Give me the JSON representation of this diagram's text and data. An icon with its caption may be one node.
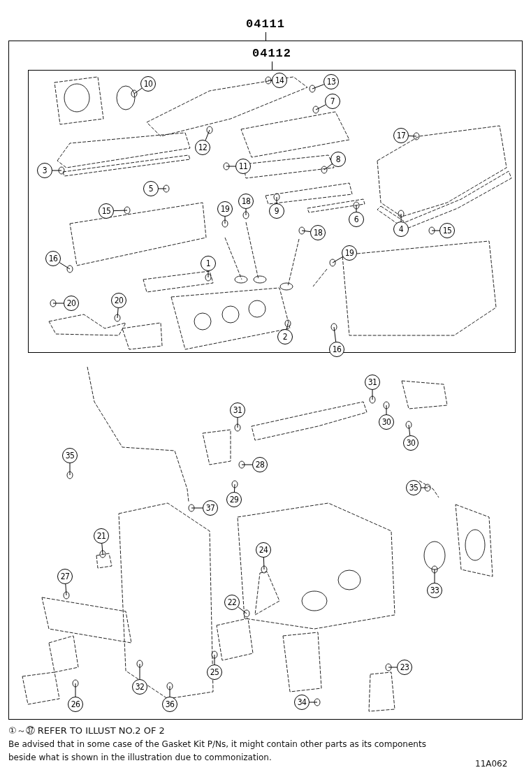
{
  "diagram": {
    "nodes": [
      {
        "text": [
          "04111"
        ]
      },
      {
        "text": [
          "04112"
        ],
        "in": 0
      },
      {
        "text": [
          "14"
        ],
        "in": 1
      },
      {
        "text": [
          "13"
        ],
        "in": 1
      },
      {
        "text": [
          "10"
        ],
        "in": 1
      },
      {
        "text": [
          "7"
        ],
        "in": 1
      },
      {
        "text": [
          "17"
        ],
        "in": 1
      },
      {
        "text": [
          "12"
        ],
        "in": 1
      },
      {
        "text": [
          "8"
        ],
        "in": 1
      },
      {
        "text": [
          "11"
        ],
        "in": 1
      },
      {
        "text": [
          "3"
        ],
        "in": 1
      },
      {
        "text": [
          "5"
        ],
        "in": 1
      },
      {
        "text": [
          "18"
        ],
        "in": 1
      },
      {
        "text": [
          "19"
        ],
        "in": 1
      },
      {
        "text": [
          "15"
        ],
        "in": 1
      },
      {
        "text": [
          "9"
        ],
        "in": 1
      },
      {
        "text": [
          "6"
        ],
        "in": 1
      },
      {
        "text": [
          "4"
        ],
        "in": 1
      },
      {
        "text": [
          "15"
        ],
        "in": 1
      },
      {
        "text": [
          "18"
        ],
        "in": 1
      },
      {
        "text": [
          "19"
        ],
        "in": 1
      },
      {
        "text": [
          "16"
        ],
        "in": 1
      },
      {
        "text": [
          "1"
        ],
        "in": 1
      },
      {
        "text": [
          "20"
        ],
        "in": 1
      },
      {
        "text": [
          "20"
        ],
        "in": 1
      },
      {
        "text": [
          "2"
        ],
        "in": 1
      },
      {
        "text": [
          "16"
        ],
        "in": 1
      },
      {
        "text": [
          "31"
        ],
        "in": 0
      },
      {
        "text": [
          "31"
        ],
        "in": 0
      },
      {
        "text": [
          "30"
        ],
        "in": 0
      },
      {
        "text": [
          "30"
        ],
        "in": 0
      },
      {
        "text": [
          "35"
        ],
        "in": 0
      },
      {
        "text": [
          "28"
        ],
        "in": 0
      },
      {
        "text": [
          "35"
        ],
        "in": 0
      },
      {
        "text": [
          "29"
        ],
        "in": 0
      },
      {
        "text": [
          "37"
        ],
        "in": 0
      },
      {
        "text": [
          "21"
        ],
        "in": 0
      },
      {
        "text": [
          "24"
        ],
        "in": 0
      },
      {
        "text": [
          "27"
        ],
        "in": 0
      },
      {
        "text": [
          "33"
        ],
        "in": 0
      },
      {
        "text": [
          "22"
        ],
        "in": 0
      },
      {
        "text": [
          "23"
        ],
        "in": 0
      },
      {
        "text": [
          "25"
        ],
        "in": 0
      },
      {
        "text": [
          "32"
        ],
        "in": 0
      },
      {
        "text": [
          "34"
        ],
        "in": 0
      },
      {
        "text": [
          "26"
        ],
        "in": 0
      },
      {
        "text": [
          "36"
        ],
        "in": 0
      }
    ],
    "edges": [
      {
        "from": 2,
        "to": null,
        "arrow": "none"
      },
      {
        "from": 3,
        "to": null,
        "arrow": "none"
      },
      {
        "from": 4,
        "to": null,
        "arrow": "none"
      },
      {
        "from": 5,
        "to": null,
        "arrow": "none"
      },
      {
        "from": 6,
        "to": null,
        "arrow": "none"
      },
      {
        "from": 7,
        "to": null,
        "arrow": "none"
      },
      {
        "from": 8,
        "to": null,
        "arrow": "none"
      },
      {
        "from": 9,
        "to": null,
        "arrow": "none"
      },
      {
        "from": 10,
        "to": null,
        "arrow": "none"
      },
      {
        "from": 11,
        "to": null,
        "arrow": "none"
      },
      {
        "from": 12,
        "to": null,
        "arrow": "none"
      },
      {
        "from": 13,
        "to": null,
        "arrow": "none"
      },
      {
        "from": 14,
        "to": null,
        "arrow": "none"
      },
      {
        "from": 15,
        "to": null,
        "arrow": "none"
      },
      {
        "from": 16,
        "to": null,
        "arrow": "none"
      },
      {
        "from": 17,
        "to": null,
        "arrow": "none"
      },
      {
        "from": 18,
        "to": null,
        "arrow": "none"
      },
      {
        "from": 19,
        "to": null,
        "arrow": "none"
      },
      {
        "from": 20,
        "to": null,
        "arrow": "none"
      },
      {
        "from": 21,
        "to": null,
        "arrow": "none"
      },
      {
        "from": 22,
        "to": null,
        "arrow": "none"
      },
      {
        "from": 23,
        "to": null,
        "arrow": "none"
      },
      {
        "from": 24,
        "to": null,
        "arrow": "none"
      },
      {
        "from": 25,
        "to": null,
        "arrow": "none"
      },
      {
        "from": 26,
        "to": null,
        "arrow": "none"
      },
      {
        "from": 27,
        "to": null,
        "arrow": "none"
      },
      {
        "from": 28,
        "to": null,
        "arrow": "none"
      },
      {
        "from": 29,
        "to": null,
        "arrow": "none"
      },
      {
        "from": 30,
        "to": null,
        "arrow": "none"
      },
      {
        "from": 31,
        "to": null,
        "arrow": "none"
      },
      {
        "from": 32,
        "to": null,
        "arrow": "none"
      },
      {
        "from": 33,
        "to": null,
        "arrow": "none"
      },
      {
        "from": 34,
        "to": null,
        "arrow": "none"
      },
      {
        "from": 35,
        "to": null,
        "arrow": "none"
      },
      {
        "from": 36,
        "to": null,
        "arrow": "none"
      },
      {
        "from": 37,
        "to": null,
        "arrow": "none"
      },
      {
        "from": 38,
        "to": null,
        "arrow": "none"
      },
      {
        "from": 39,
        "to": null,
        "arrow": "none"
      },
      {
        "from": 40,
        "to": null,
        "arrow": "none"
      },
      {
        "from": 41,
        "to": null,
        "arrow": "none"
      },
      {
        "from": 42,
        "to": null,
        "arrow": "none"
      },
      {
        "from": 43,
        "to": null,
        "arrow": "none"
      },
      {
        "from": 44,
        "to": null,
        "arrow": "none"
      },
      {
        "from": 45,
        "to": null,
        "arrow": "none"
      },
      {
        "from": 46,
        "to": null,
        "arrow": "none"
      }
    ],
    "labels": [
      "①～㊲ REFER TO ILLUST NO.2 OF 2",
      "Be advised that in some case of the Gasket Kit P/Ns,  it might contain other parts as its components beside what is shown in the illustration due to commonization.",
      "11A062"
    ]
  }
}
